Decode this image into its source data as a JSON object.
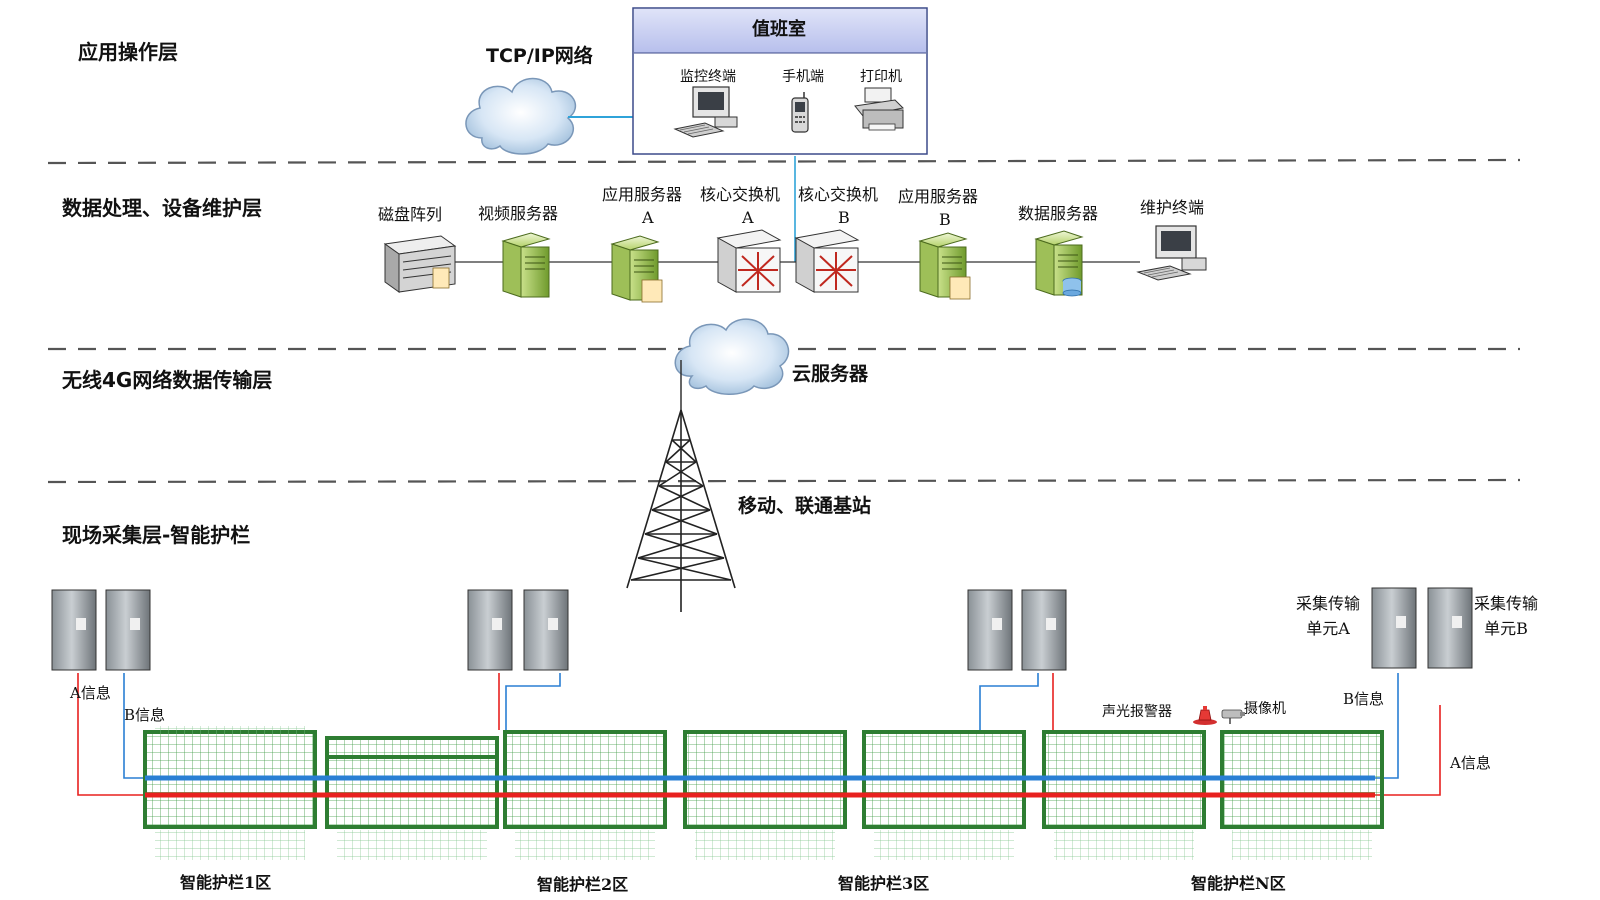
{
  "layers": {
    "app": "应用操作层",
    "data": "数据处理、设备维护层",
    "wireless": "无线4G网络数据传输层",
    "field": "现场采集层-智能护栏"
  },
  "network": {
    "tcpip": "TCP/IP网络",
    "cloud_server": "云服务器",
    "base_station": "移动、联通基站"
  },
  "duty_room": {
    "title": "值班室",
    "monitor": "监控终端",
    "phone": "手机端",
    "printer": "打印机"
  },
  "data_layer": {
    "disk_array": "磁盘阵列",
    "video_server": "视频服务器",
    "app_server_a": "应用服务器",
    "app_server_a_tag": "A",
    "core_switch_a": "核心交换机",
    "core_switch_a_tag": "A",
    "core_switch_b": "核心交换机",
    "core_switch_b_tag": "B",
    "app_server_b": "应用服务器",
    "app_server_b_tag": "B",
    "data_server": "数据服务器",
    "maint_terminal": "维护终端"
  },
  "field_layer": {
    "a_info": "A信息",
    "b_info": "B信息",
    "b_info_right": "B信息",
    "a_info_right": "A信息",
    "acq_unit_a_line1": "采集传输",
    "acq_unit_a_line2": "单元A",
    "acq_unit_b_line1": "采集传输",
    "acq_unit_b_line2": "单元B",
    "alarm": "声光报警器",
    "camera": "摄像机",
    "zones": [
      "智能护栏1区",
      "智能护栏2区",
      "智能护栏3区",
      "智能护栏N区"
    ]
  },
  "colors": {
    "line_a": "#e8211f",
    "line_b": "#2a7fd4",
    "link": "#2fa3d9",
    "fence": "#2e7d32",
    "mesh": "#3d9a44",
    "duty_header": "#c6cdf0"
  }
}
